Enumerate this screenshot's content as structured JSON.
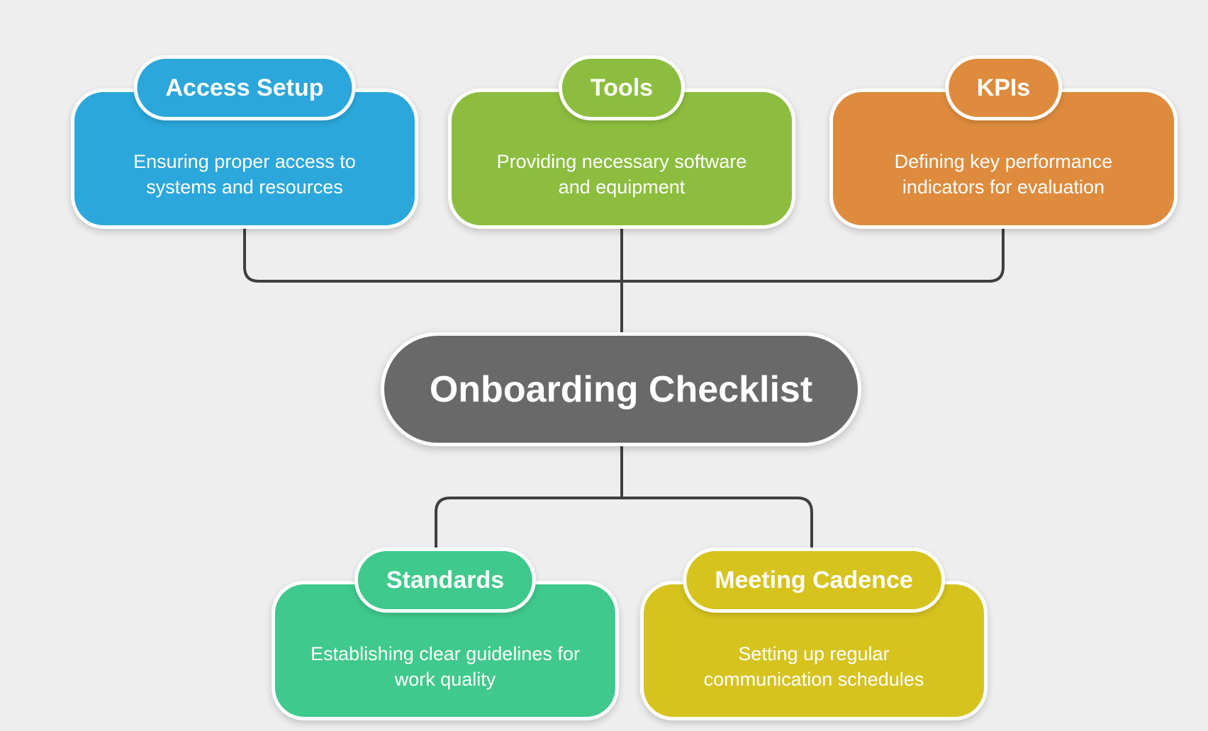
{
  "canvas": {
    "background_color": "#EEEEEE",
    "connector_color": "#3F3F3F",
    "node_border_color": "#FFFFFF",
    "text_color": "#FFFFFF"
  },
  "center": {
    "label": "Onboarding Checklist",
    "color": "#696969"
  },
  "branches": [
    {
      "id": "access-setup",
      "title": "Access Setup",
      "description": "Ensuring proper access to systems and resources",
      "color": "#2BA7DB"
    },
    {
      "id": "tools",
      "title": "Tools",
      "description": "Providing necessary software and equipment",
      "color": "#8CBD3F"
    },
    {
      "id": "kpis",
      "title": "KPIs",
      "description": "Defining key performance indicators for evaluation",
      "color": "#DE8B3D"
    },
    {
      "id": "standards",
      "title": "Standards",
      "description": "Establishing clear guidelines for work quality",
      "color": "#3FC98C"
    },
    {
      "id": "meeting-cadence",
      "title": "Meeting Cadence",
      "description": "Setting up regular communication schedules",
      "color": "#D6C31E"
    }
  ]
}
